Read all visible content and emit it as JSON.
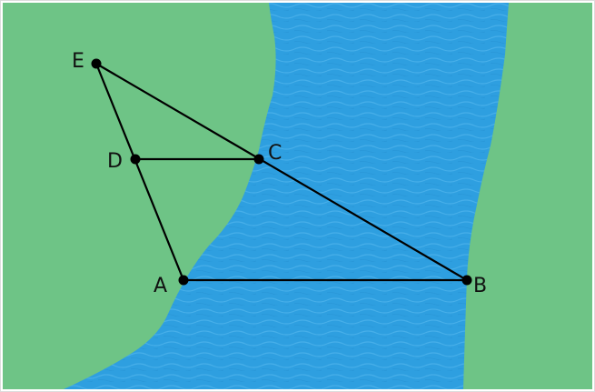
{
  "colors": {
    "land": "#6ec486",
    "river": "#2e9fe0",
    "river_ripple": "#5bbcf0",
    "segment": "#000000",
    "point": "#000000",
    "frame": "#dcdcdc"
  },
  "points": {
    "A": {
      "label": "A"
    },
    "B": {
      "label": "B"
    },
    "C": {
      "label": "C"
    },
    "D": {
      "label": "D"
    },
    "E": {
      "label": "E"
    }
  },
  "segments": [
    {
      "from": "A",
      "to": "B"
    },
    {
      "from": "D",
      "to": "C"
    },
    {
      "from": "E",
      "to": "A"
    },
    {
      "from": "E",
      "to": "B"
    }
  ]
}
